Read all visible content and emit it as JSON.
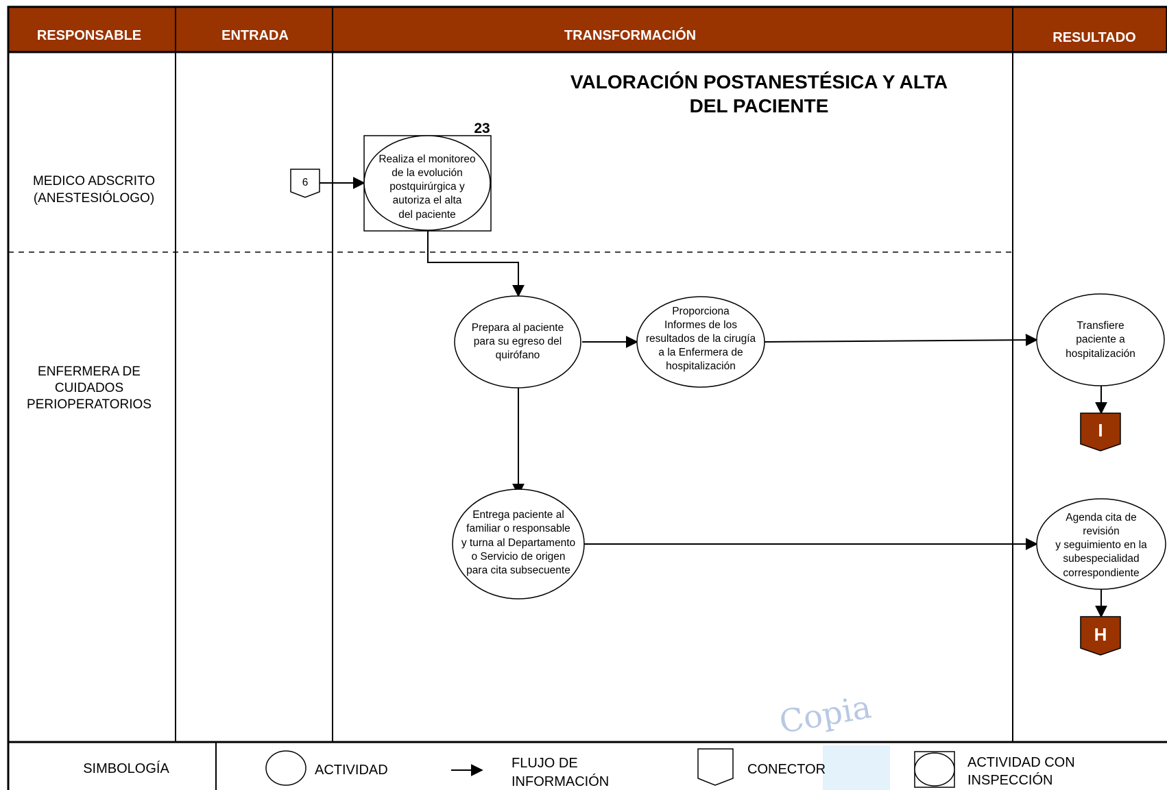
{
  "header": {
    "col1": "RESPONSABLE",
    "col2": "ENTRADA",
    "col3": "TRANSFORMACIÓN",
    "col4": "RESULTADO"
  },
  "title": {
    "line1": "VALORACIÓN POSTANESTÉSICA Y ALTA",
    "line2": "DEL PACIENTE"
  },
  "lanes": {
    "medico": {
      "line1": "MEDICO ADSCRITO",
      "line2": "(ANESTESIÓLOGO)"
    },
    "enfermera": {
      "line1": "ENFERMERA DE",
      "line2": "CUIDADOS",
      "line3": "PERIOPERATORIOS"
    }
  },
  "step_number": "23",
  "connector_in": "6",
  "activities": {
    "monitoreo": [
      "Realiza el monitoreo",
      "de la evolución",
      "postquirúrgica y",
      "autoriza el alta",
      "del paciente"
    ],
    "prepara": [
      "Prepara al paciente",
      "para su egreso del",
      "quirófano"
    ],
    "proporciona": [
      "Proporciona",
      "Informes de los",
      "resultados de la cirugía",
      "a la Enfermera de",
      "hospitalización"
    ],
    "transfiere": [
      "Transfiere",
      "paciente a",
      "hospitalización"
    ],
    "entrega": [
      "Entrega paciente al",
      "familiar o responsable",
      "y turna al Departamento",
      "o Servicio de origen",
      "para cita subsecuente"
    ],
    "agenda": [
      "Agenda cita de",
      "revisión",
      "y seguimiento en la",
      "subespecialidad",
      "correspondiente"
    ]
  },
  "connectors_out": {
    "i": "I",
    "h": "H"
  },
  "legend": {
    "title": "SIMBOLOGÍA",
    "actividad": "ACTIVIDAD",
    "flujo": [
      "FLUJO DE",
      "INFORMACIÓN"
    ],
    "conector": "CONECTOR",
    "inspeccion": [
      "ACTIVIDAD CON",
      "INSPECCIÓN"
    ]
  },
  "watermark": "Copia",
  "colors": {
    "header_bg": "#993300",
    "connector_fill": "#993300",
    "line": "#000000"
  }
}
